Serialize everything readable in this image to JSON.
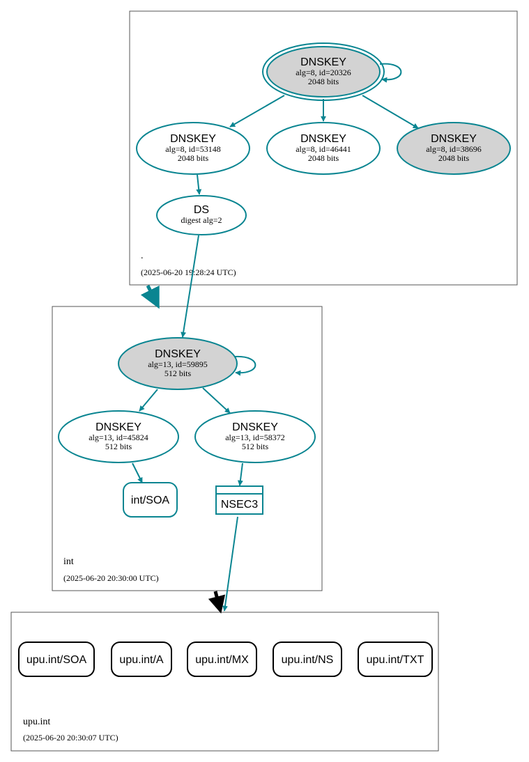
{
  "zones": {
    "root": {
      "name": ".",
      "timestamp": "(2025-06-20 19:28:24 UTC)"
    },
    "int": {
      "name": "int",
      "timestamp": "(2025-06-20 20:30:00 UTC)"
    },
    "upu": {
      "name": "upu.int",
      "timestamp": "(2025-06-20 20:30:07 UTC)"
    }
  },
  "nodes": {
    "root_ksk": {
      "title": "DNSKEY",
      "line1": "alg=8, id=20326",
      "line2": "2048 bits"
    },
    "root_zsk1": {
      "title": "DNSKEY",
      "line1": "alg=8, id=53148",
      "line2": "2048 bits"
    },
    "root_zsk2": {
      "title": "DNSKEY",
      "line1": "alg=8, id=46441",
      "line2": "2048 bits"
    },
    "root_zsk3": {
      "title": "DNSKEY",
      "line1": "alg=8, id=38696",
      "line2": "2048 bits"
    },
    "ds": {
      "title": "DS",
      "line1": "digest alg=2"
    },
    "int_ksk": {
      "title": "DNSKEY",
      "line1": "alg=13, id=59895",
      "line2": "512 bits"
    },
    "int_zsk1": {
      "title": "DNSKEY",
      "line1": "alg=13, id=45824",
      "line2": "512 bits"
    },
    "int_zsk2": {
      "title": "DNSKEY",
      "line1": "alg=13, id=58372",
      "line2": "512 bits"
    },
    "int_soa": {
      "label": "int/SOA"
    },
    "nsec3": {
      "label": "NSEC3"
    }
  },
  "upu_records": [
    "upu.int/SOA",
    "upu.int/A",
    "upu.int/MX",
    "upu.int/NS",
    "upu.int/TXT"
  ],
  "colors": {
    "edge": "#0a8591",
    "node_fill_shaded": "#d3d3d3",
    "node_fill_plain": "#ffffff",
    "zone_border": "#555555",
    "record_border": "#000000"
  }
}
